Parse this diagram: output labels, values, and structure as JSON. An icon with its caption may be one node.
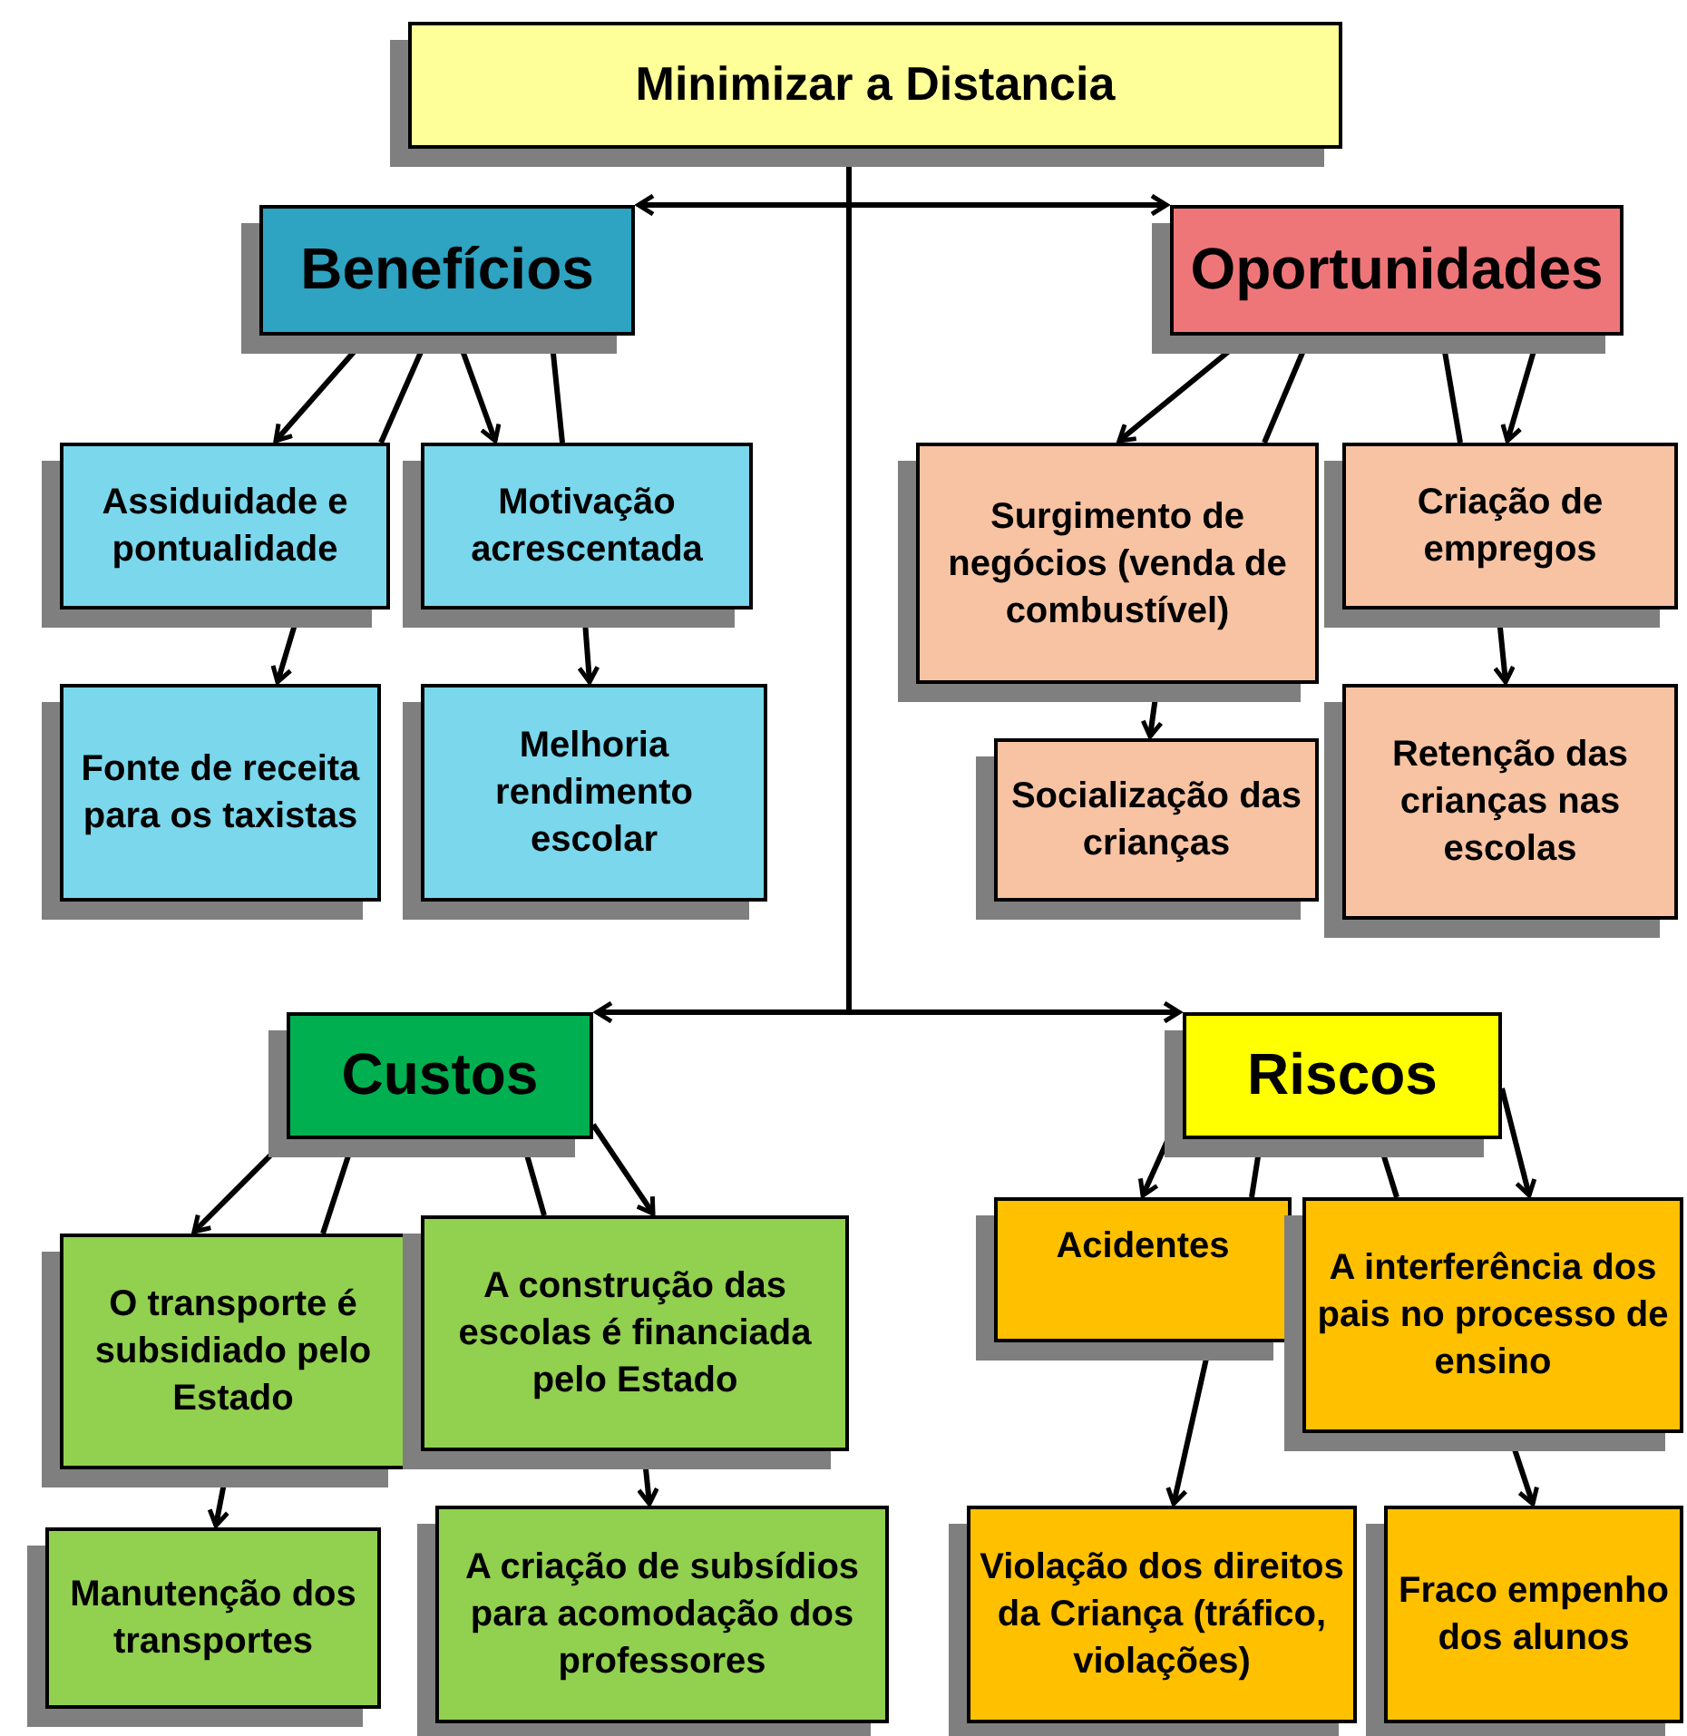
{
  "diagram": {
    "nodes": [
      {
        "text": [
          "Minimizar a Distancia"
        ]
      },
      {
        "text": [
          "Benefícios"
        ]
      },
      {
        "text": [
          "Oportunidades"
        ]
      },
      {
        "text": [
          "Assiduidade e pontualidade"
        ]
      },
      {
        "text": [
          "Motivação acrescentada"
        ]
      },
      {
        "text": [
          "Fonte de receita para os taxistas"
        ]
      },
      {
        "text": [
          "Melhoria rendimento escolar"
        ]
      },
      {
        "text": [
          "Surgimento de negócios (venda de combustível)"
        ]
      },
      {
        "text": [
          "Criação de empregos"
        ]
      },
      {
        "text": [
          "Socialização das crianças"
        ]
      },
      {
        "text": [
          "Retenção das crianças nas escolas"
        ]
      },
      {
        "text": [
          "Custos"
        ]
      },
      {
        "text": [
          "Riscos"
        ]
      },
      {
        "text": [
          "O transporte é subsidiado pelo Estado"
        ]
      },
      {
        "text": [
          "A construção das escolas é financiada pelo Estado"
        ]
      },
      {
        "text": [
          "Manutenção dos transportes"
        ]
      },
      {
        "text": [
          "A criação de subsídios para acomodação dos professores"
        ]
      },
      {
        "text": [
          "Acidentes"
        ]
      },
      {
        "text": [
          "A interferência dos pais no processo de ensino"
        ]
      },
      {
        "text": [
          "Violação dos direitos da Criança (tráfico, violações)"
        ]
      },
      {
        "text": [
          "Fraco empenho dos alunos"
        ]
      }
    ],
    "edges": [
      {
        "from": 0,
        "to": 1,
        "arrow": "to"
      },
      {
        "from": 0,
        "to": 2,
        "arrow": "to"
      },
      {
        "from": 0,
        "to": 11,
        "arrow": "to"
      },
      {
        "from": 0,
        "to": 12,
        "arrow": "to"
      },
      {
        "from": 1,
        "to": 3,
        "arrow": "to"
      },
      {
        "from": 1,
        "to": 3,
        "arrow": "none"
      },
      {
        "from": 1,
        "to": 4,
        "arrow": "to"
      },
      {
        "from": 1,
        "to": 4,
        "arrow": "none"
      },
      {
        "from": 3,
        "to": 5,
        "arrow": "to"
      },
      {
        "from": 4,
        "to": 6,
        "arrow": "to"
      },
      {
        "from": 2,
        "to": 7,
        "arrow": "to"
      },
      {
        "from": 2,
        "to": 7,
        "arrow": "none"
      },
      {
        "from": 2,
        "to": 8,
        "arrow": "none"
      },
      {
        "from": 2,
        "to": 8,
        "arrow": "to"
      },
      {
        "from": 7,
        "to": 9,
        "arrow": "to"
      },
      {
        "from": 8,
        "to": 10,
        "arrow": "to"
      },
      {
        "from": 11,
        "to": 13,
        "arrow": "to"
      },
      {
        "from": 11,
        "to": 13,
        "arrow": "none"
      },
      {
        "from": 11,
        "to": 14,
        "arrow": "none"
      },
      {
        "from": 11,
        "to": 14,
        "arrow": "to"
      },
      {
        "from": 13,
        "to": 15,
        "arrow": "to"
      },
      {
        "from": 14,
        "to": 16,
        "arrow": "to"
      },
      {
        "from": 12,
        "to": 17,
        "arrow": "to"
      },
      {
        "from": 12,
        "to": 17,
        "arrow": "none"
      },
      {
        "from": 12,
        "to": 18,
        "arrow": "none"
      },
      {
        "from": 12,
        "to": 18,
        "arrow": "to"
      },
      {
        "from": 17,
        "to": 19,
        "arrow": "to"
      },
      {
        "from": 18,
        "to": 20,
        "arrow": "to"
      }
    ]
  }
}
